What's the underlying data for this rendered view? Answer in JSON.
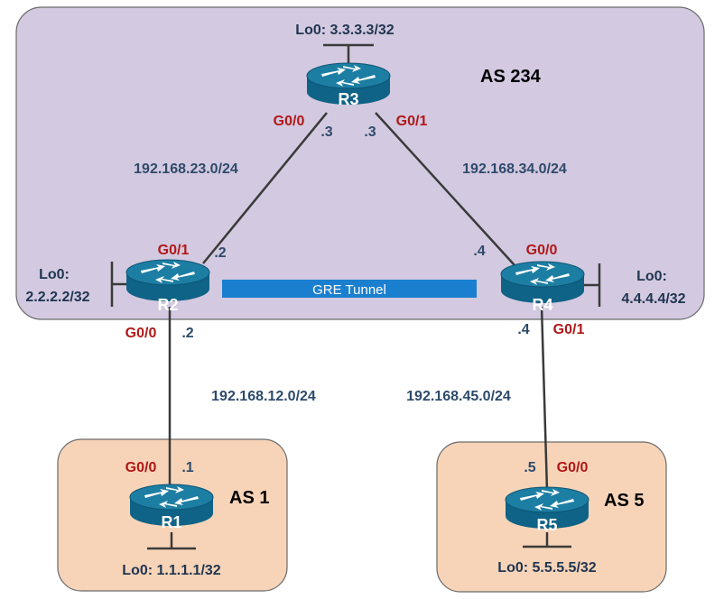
{
  "colors": {
    "as_core_fill": "#d3c9e0",
    "as_edge_fill": "#f7d4b8",
    "as_border": "#6a6a6a",
    "link": "#3a3a3a",
    "router_top": "#1d7ea3",
    "router_body": "#0f6386",
    "tunnel": "#1b7fcf",
    "interface_text": "#b01818",
    "network_text": "#2e4a6b"
  },
  "autonomous_systems": [
    {
      "id": "as234",
      "label": "AS 234"
    },
    {
      "id": "as1",
      "label": "AS 1"
    },
    {
      "id": "as5",
      "label": "AS 5"
    }
  ],
  "routers": [
    {
      "id": "r1",
      "name": "R1",
      "loopback": "Lo0: 1.1.1.1/32"
    },
    {
      "id": "r2",
      "name": "R2",
      "loopback_line1": "Lo0:",
      "loopback_line2": "2.2.2.2/32"
    },
    {
      "id": "r3",
      "name": "R3",
      "loopback": "Lo0: 3.3.3.3/32"
    },
    {
      "id": "r4",
      "name": "R4",
      "loopback_line1": "Lo0:",
      "loopback_line2": "4.4.4.4/32"
    },
    {
      "id": "r5",
      "name": "R5",
      "loopback": "Lo0: 5.5.5.5/32"
    }
  ],
  "links": [
    {
      "id": "r2-r3",
      "network": "192.168.23.0/24",
      "a_intf": "G0/1",
      "a_ip": ".2",
      "b_intf": "G0/0",
      "b_ip": ".3"
    },
    {
      "id": "r3-r4",
      "network": "192.168.34.0/24",
      "a_intf": "G0/1",
      "a_ip": ".3",
      "b_intf": "G0/0",
      "b_ip": ".4"
    },
    {
      "id": "r2-r1",
      "network": "192.168.12.0/24",
      "a_intf": "G0/0",
      "a_ip": ".2",
      "b_intf": "G0/0",
      "b_ip": ".1"
    },
    {
      "id": "r4-r5",
      "network": "192.168.45.0/24",
      "a_intf": "G0/1",
      "a_ip": ".4",
      "b_intf": "G0/0",
      "b_ip": ".5"
    }
  ],
  "tunnel": {
    "label": "GRE Tunnel"
  }
}
